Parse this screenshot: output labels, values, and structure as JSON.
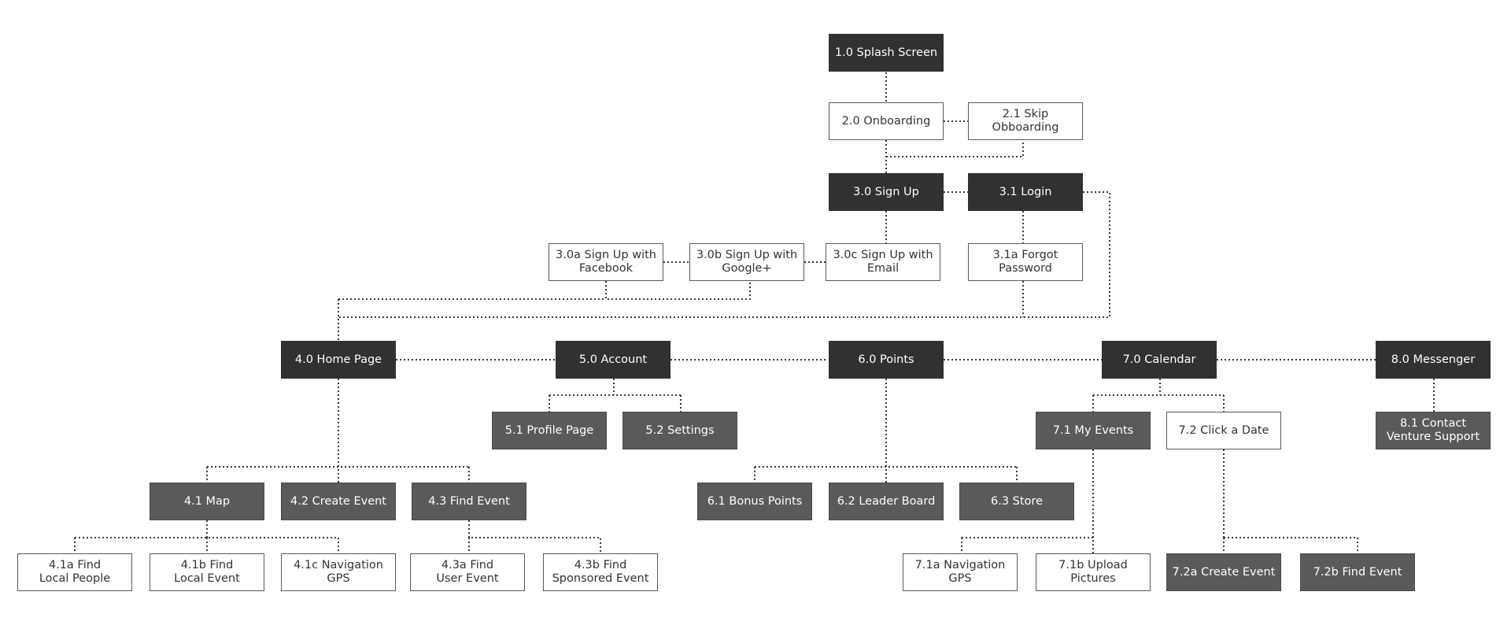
{
  "nodes": {
    "n1_0": {
      "label": "1.0 Splash Screen"
    },
    "n2_0": {
      "label": "2.0 Onboarding"
    },
    "n2_1": {
      "label": "2.1 Skip\nObboarding"
    },
    "n3_0": {
      "label": "3.0 Sign Up"
    },
    "n3_1": {
      "label": "3.1 Login"
    },
    "n3_0a": {
      "label": "3.0a Sign Up with\nFacebook"
    },
    "n3_0b": {
      "label": "3.0b Sign Up with\nGoogle+"
    },
    "n3_0c": {
      "label": "3.0c Sign Up with\nEmail"
    },
    "n3_1a": {
      "label": "3.1a Forgot\nPassword"
    },
    "n4_0": {
      "label": "4.0 Home Page"
    },
    "n5_0": {
      "label": "5.0 Account"
    },
    "n6_0": {
      "label": "6.0 Points"
    },
    "n7_0": {
      "label": "7.0 Calendar"
    },
    "n8_0": {
      "label": "8.0 Messenger"
    },
    "n5_1": {
      "label": "5.1 Profile Page"
    },
    "n5_2": {
      "label": "5.2 Settings"
    },
    "n7_1": {
      "label": "7.1 My Events"
    },
    "n7_2": {
      "label": "7.2 Click a Date"
    },
    "n8_1": {
      "label": "8.1 Contact\nVenture Support"
    },
    "n4_1": {
      "label": "4.1 Map"
    },
    "n4_2": {
      "label": "4.2 Create Event"
    },
    "n4_3": {
      "label": "4.3 Find Event"
    },
    "n6_1": {
      "label": "6.1 Bonus Points"
    },
    "n6_2": {
      "label": "6.2 Leader Board"
    },
    "n6_3": {
      "label": "6.3 Store"
    },
    "n4_1a": {
      "label": "4.1a Find\nLocal People"
    },
    "n4_1b": {
      "label": "4.1b Find\nLocal Event"
    },
    "n4_1c": {
      "label": "4.1c Navigation\nGPS"
    },
    "n4_3a": {
      "label": "4.3a Find\nUser Event"
    },
    "n4_3b": {
      "label": "4.3b Find\nSponsored Event"
    },
    "n7_1a": {
      "label": "7.1a Navigation\nGPS"
    },
    "n7_1b": {
      "label": "7.1b Upload\nPictures"
    },
    "n7_2a": {
      "label": "7.2a Create Event"
    },
    "n7_2b": {
      "label": "7.2b Find Event"
    }
  },
  "colors": {
    "dark": "#313131",
    "mid": "#5a5a5a",
    "light": "#ffffff",
    "connector": "#3a3a3a"
  }
}
